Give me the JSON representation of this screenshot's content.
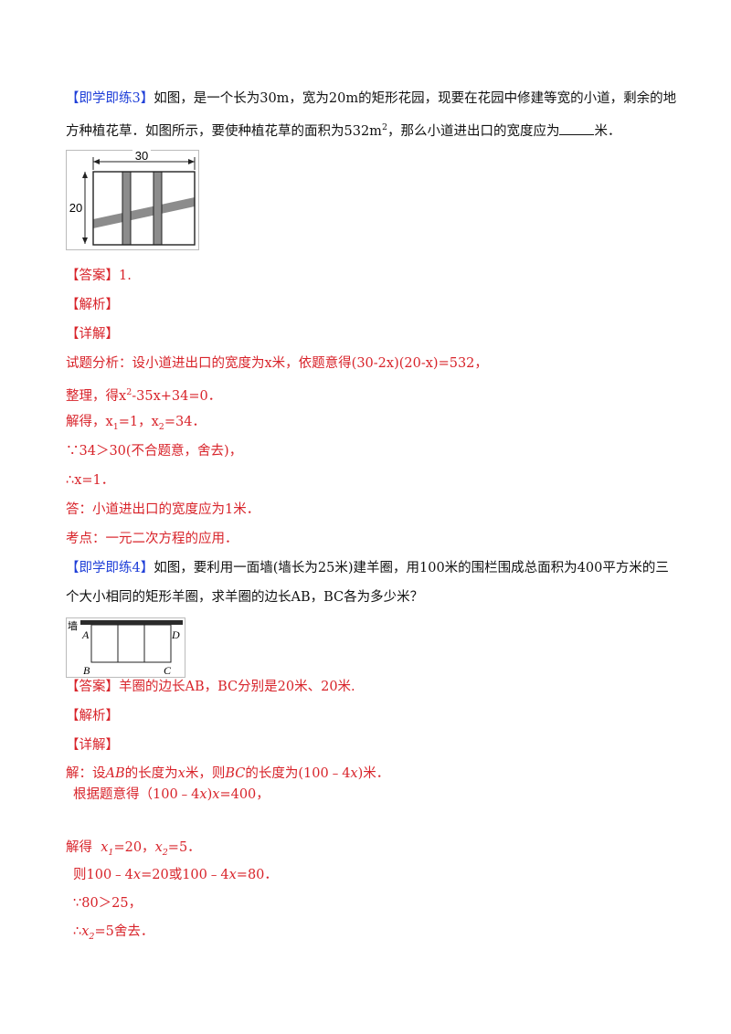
{
  "problem3": {
    "tag": "【即学即练3】",
    "line1": "如图，是一个长为30m，宽为20m的矩形花园，现要在花园中修建等宽的小道，剩余的地",
    "line2a": "方种植花草．如图所示，要使种植花草的面积为532m",
    "line2sup": "2",
    "line2b": "，那么小道进出口的宽度应为",
    "line2c": "米．",
    "fig_width_label": "30",
    "fig_height_label": "20",
    "answer": "【答案】1.",
    "analysis": "【解析】",
    "detail": "【详解】",
    "s1": "试题分析：设小道进出口的宽度为x米，依题意得(30-2x)(20-x)=532，",
    "s2a": "整理，得x",
    "s2sup": "2",
    "s2b": "-35x+34=0．",
    "s3a": "解得，x",
    "s3sub1": "1",
    "s3b": "=1，x",
    "s3sub2": "2",
    "s3c": "=34．",
    "s4": "∵34＞30(不合题意，舍去)，",
    "s5": "∴x=1．",
    "s6": "答：小道进出口的宽度应为1米．",
    "s7": "考点：一元二次方程的应用．"
  },
  "problem4": {
    "tag": "【即学即练4】",
    "line1": "如图，要利用一面墙(墙长为25米)建羊圈，用100米的围栏围成总面积为400平方米的三",
    "line2": "个大小相同的矩形羊圈，求羊圈的边长AB，BC各为多少米？",
    "fig_wall": "墙",
    "fig_A": "A",
    "fig_B": "B",
    "fig_C": "C",
    "fig_D": "D",
    "answer": "【答案】羊圈的边长AB，BC分别是20米、20米.",
    "analysis": "【解析】",
    "detail": "【详解】",
    "s1a": "解：设",
    "s1b": "AB",
    "s1c": "的长度为",
    "s1d": "x",
    "s1e": "米，则",
    "s1f": "BC",
    "s1g": "的长度为(100﹣4",
    "s1h": "x",
    "s1i": ")米．",
    "s2a": "根据题意得（100﹣4",
    "s2b": "x",
    "s2c": ")",
    "s2d": "x",
    "s2e": "=400，",
    "s3a": "解得",
    "s3b": "x",
    "s3sub1": "1",
    "s3c": "=20，",
    "s3d": "x",
    "s3sub2": "2",
    "s3e": "=5．",
    "s4a": "则100﹣4",
    "s4b": "x",
    "s4c": "=20或100﹣4",
    "s4d": "x",
    "s4e": "=80．",
    "s5": "∵80＞25，",
    "s6a": "∴",
    "s6b": "x",
    "s6sub": "2",
    "s6c": "=5舍去．"
  }
}
